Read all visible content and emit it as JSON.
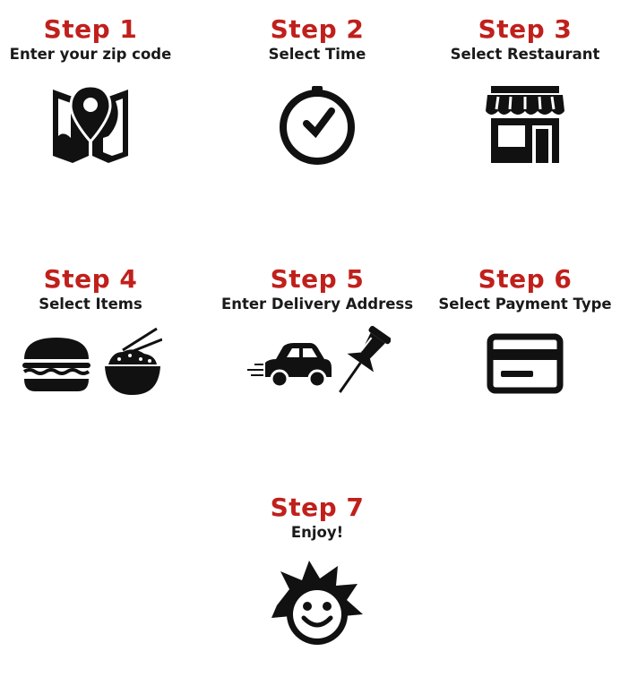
{
  "colors": {
    "step_title": "#c0201c",
    "icon": "#111111",
    "background": "#ffffff"
  },
  "steps": [
    {
      "title": "Step 1",
      "description": "Enter your zip code",
      "icon": "map-pin-icon"
    },
    {
      "title": "Step 2",
      "description": "Select Time",
      "icon": "clock-icon"
    },
    {
      "title": "Step 3",
      "description": "Select Restaurant",
      "icon": "storefront-icon"
    },
    {
      "title": "Step 4",
      "description": "Select Items",
      "icon": "burger-and-noodle-bowl-icon"
    },
    {
      "title": "Step 5",
      "description": "Enter Delivery Address",
      "icon": "car-and-pushpin-icon"
    },
    {
      "title": "Step 6",
      "description": "Select Payment Type",
      "icon": "credit-card-icon"
    },
    {
      "title": "Step 7",
      "description": "Enjoy!",
      "icon": "happy-face-icon"
    }
  ]
}
